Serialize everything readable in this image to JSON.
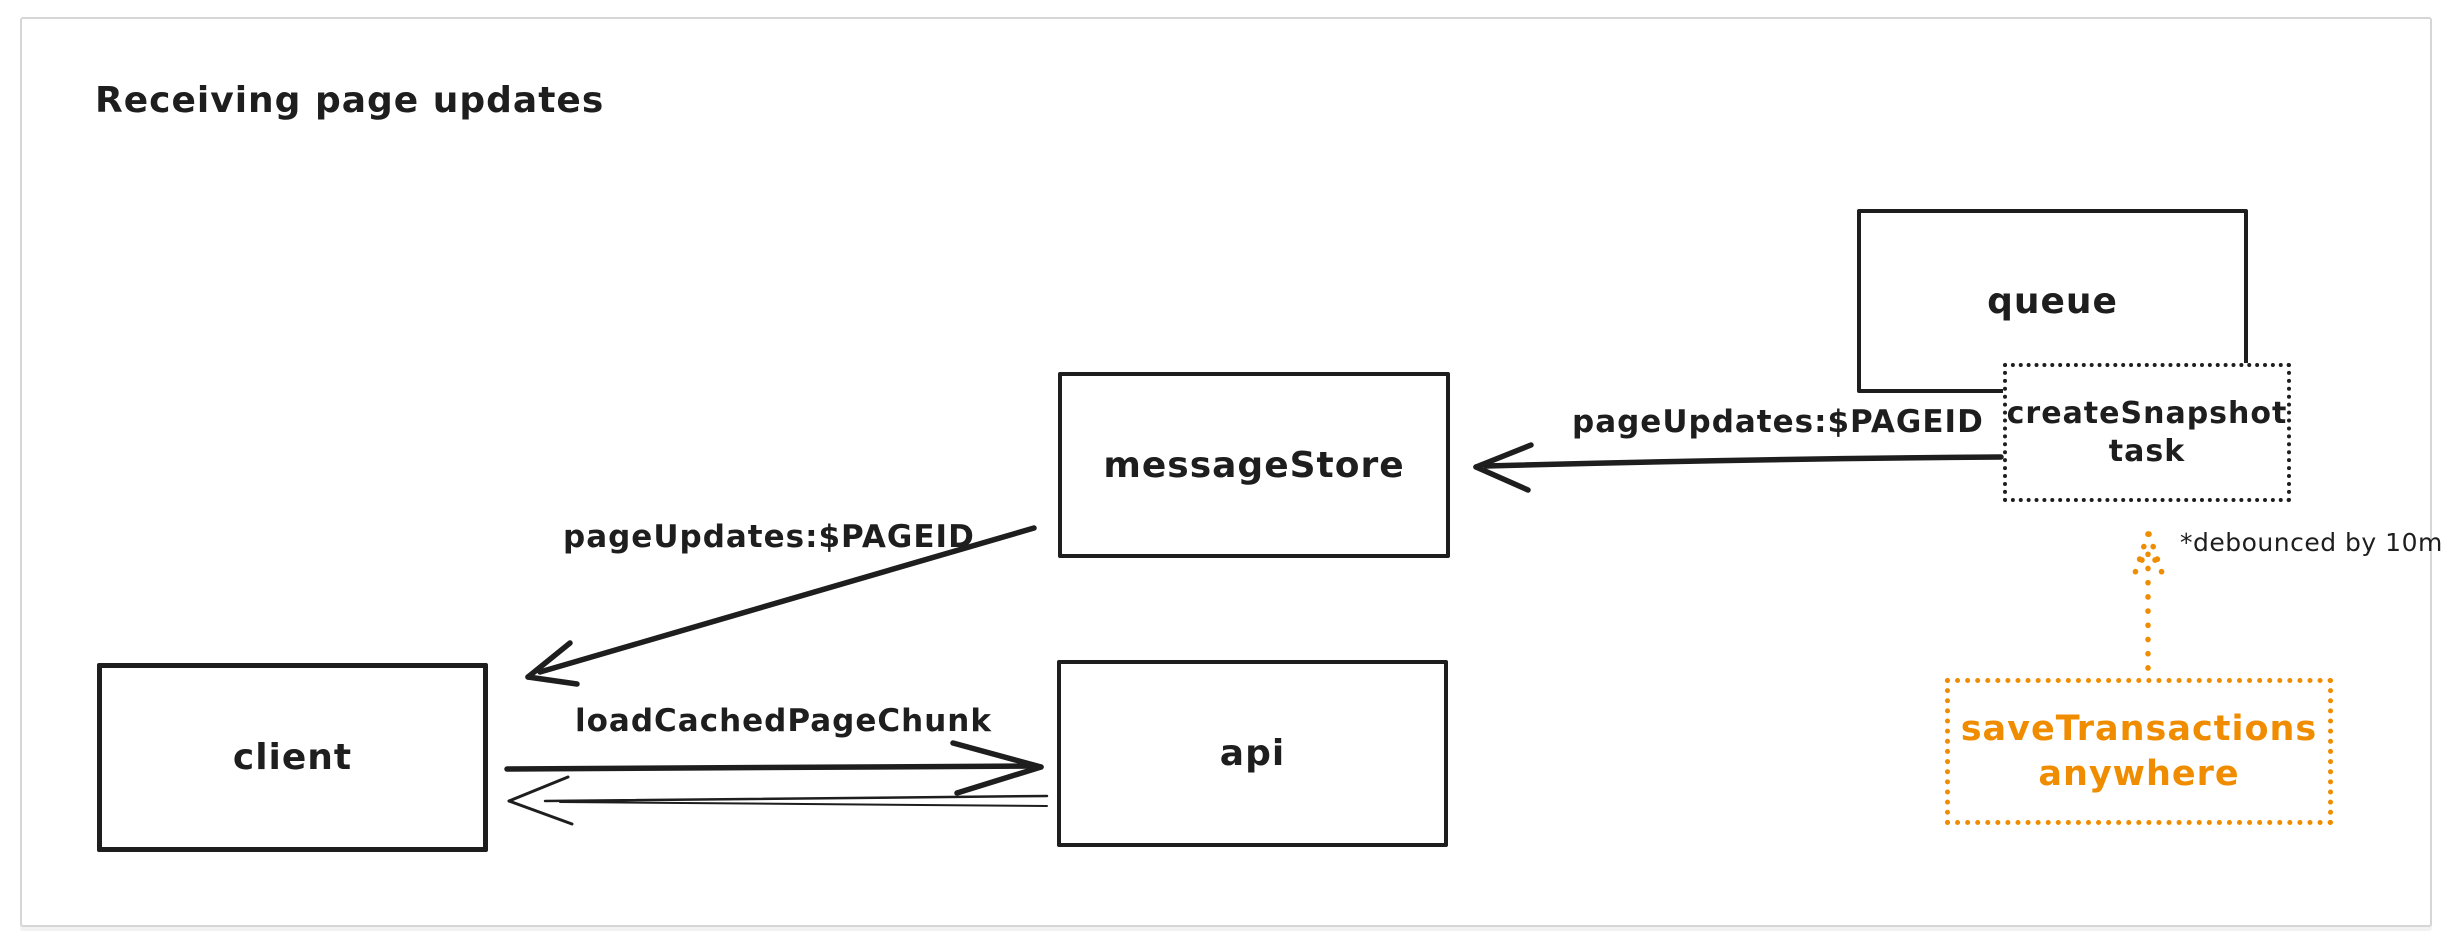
{
  "title": "Receiving page updates",
  "colors": {
    "ink": "#1e1e1e",
    "accent_orange": "#f08c00",
    "frame_border": "#d6d6d6",
    "background": "#ffffff"
  },
  "nodes": {
    "queue": {
      "label": "queue",
      "style": "solid"
    },
    "create_snapshot": {
      "line1": "createSnapshot",
      "line2": "task",
      "style": "dotted"
    },
    "message_store": {
      "label": "messageStore",
      "style": "solid"
    },
    "client": {
      "label": "client",
      "style": "solid"
    },
    "api": {
      "label": "api",
      "style": "solid"
    },
    "save_transactions": {
      "line1": "saveTransactions",
      "line2": "anywhere",
      "style": "dotted-orange"
    }
  },
  "edges": {
    "snapshot_to_messagestore": {
      "label": "pageUpdates:$PAGEID",
      "from": "createSnapshot task",
      "to": "messageStore"
    },
    "messagestore_to_client": {
      "label": "pageUpdates:$PAGEID",
      "from": "messageStore",
      "to": "client"
    },
    "client_to_api": {
      "label": "loadCachedPageChunk",
      "from": "client",
      "to": "api"
    },
    "api_to_client": {
      "label": "",
      "from": "api",
      "to": "client"
    },
    "savetransactions_to_snapshot": {
      "note": "*debounced by 10m",
      "from": "saveTransactions anywhere",
      "to": "createSnapshot task"
    }
  }
}
